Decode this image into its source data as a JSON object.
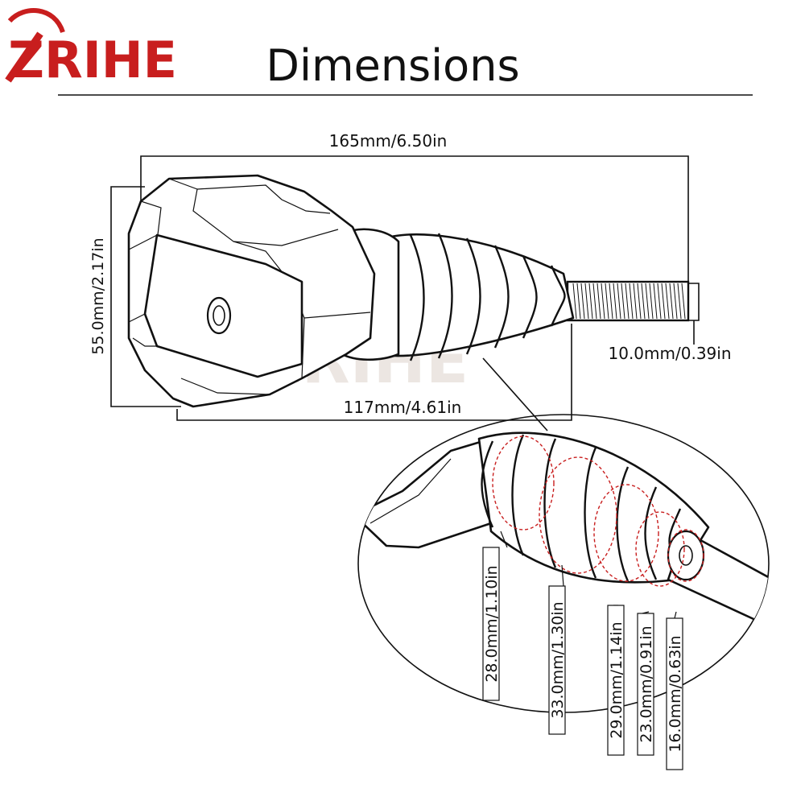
{
  "brand": {
    "logo_text": "ZRIHE",
    "watermark_text": "ZRIHE"
  },
  "title": "Dimensions",
  "dimensions": {
    "overall_length": "165mm/6.50in",
    "height": "55.0mm/2.17in",
    "thread_diameter": "10.0mm/0.39in",
    "base_length": "117mm/4.61in"
  },
  "detail_diameters": [
    {
      "label": "28.0mm/1.10in"
    },
    {
      "label": "33.0mm/1.30in"
    },
    {
      "label": "29.0mm/1.14in"
    },
    {
      "label": "23.0mm/0.91in"
    },
    {
      "label": "16.0mm/0.63in"
    }
  ],
  "colors": {
    "accent_red": "#c81e1e",
    "line": "#111111",
    "background": "#ffffff"
  }
}
